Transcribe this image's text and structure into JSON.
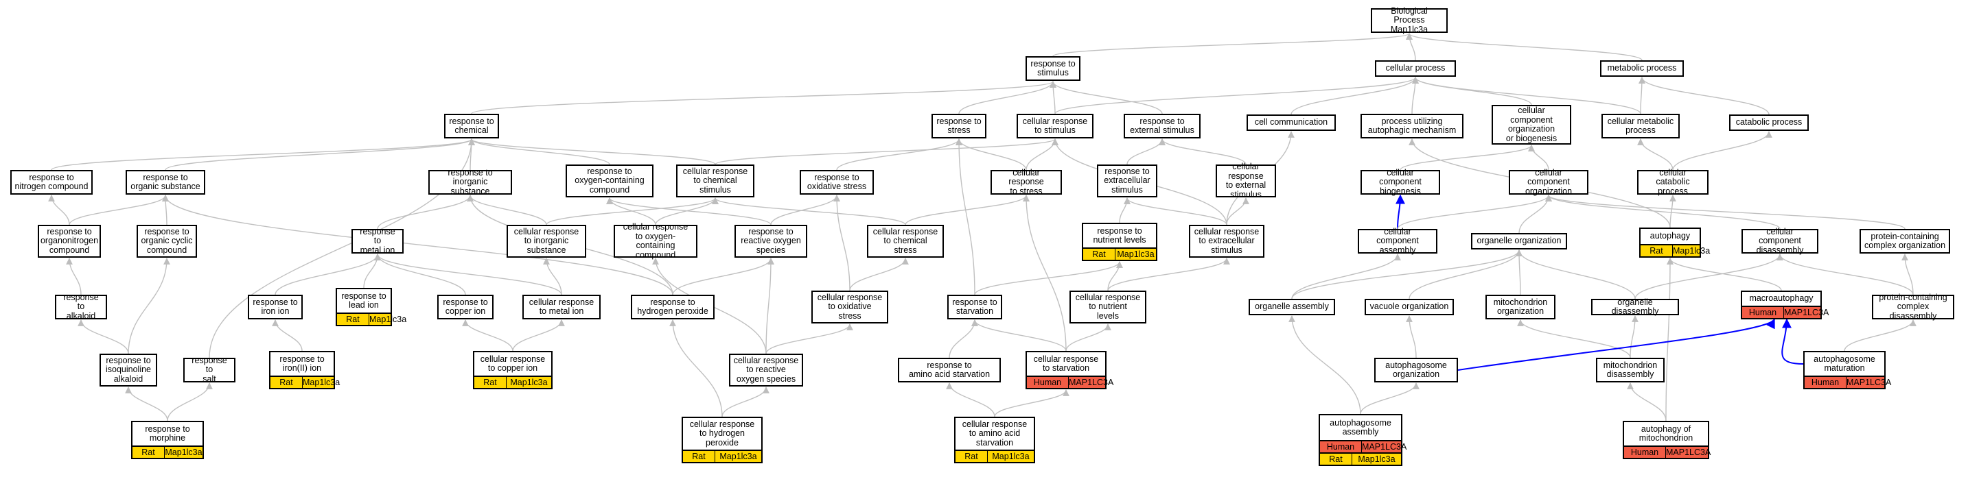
{
  "diagram": {
    "nodes": [
      {
        "id": "bp",
        "label": "Biological Process\nMap1lc3a"
      },
      {
        "id": "rs",
        "label": "response to\nstimulus"
      },
      {
        "id": "cp",
        "label": "cellular process"
      },
      {
        "id": "mp",
        "label": "metabolic process"
      },
      {
        "id": "rchem",
        "label": "response to\nchemical"
      },
      {
        "id": "rstress",
        "label": "response to\nstress"
      },
      {
        "id": "crstim",
        "label": "cellular response\nto stimulus"
      },
      {
        "id": "rext",
        "label": "response to\nexternal stimulus"
      },
      {
        "id": "cc",
        "label": "cell communication"
      },
      {
        "id": "pu",
        "label": "process utilizing\nautophagic mechanism"
      },
      {
        "id": "ccob",
        "label": "cellular component\norganization\nor biogenesis"
      },
      {
        "id": "cmp",
        "label": "cellular metabolic\nprocess"
      },
      {
        "id": "catp",
        "label": "catabolic process"
      },
      {
        "id": "rnc",
        "label": "response to\nnitrogen compound"
      },
      {
        "id": "ros",
        "label": "response to\norganic substance"
      },
      {
        "id": "ris",
        "label": "response to\ninorganic substance"
      },
      {
        "id": "roc",
        "label": "response to\noxygen-containing\ncompound"
      },
      {
        "id": "crcs",
        "label": "cellular response\nto chemical\nstimulus"
      },
      {
        "id": "rox",
        "label": "response to\noxidative stress"
      },
      {
        "id": "crst",
        "label": "cellular response\nto stress"
      },
      {
        "id": "rextra",
        "label": "response to\nextracellular\nstimulus"
      },
      {
        "id": "crext",
        "label": "cellular response\nto external\nstimulus"
      },
      {
        "id": "ccb",
        "label": "cellular component\nbiogenesis"
      },
      {
        "id": "cco",
        "label": "cellular component\norganization"
      },
      {
        "id": "ccp",
        "label": "cellular catabolic\nprocess"
      },
      {
        "id": "ronc",
        "label": "response to\norganonitrogen\ncompound"
      },
      {
        "id": "rocc",
        "label": "response to\norganic cyclic\ncompound"
      },
      {
        "id": "rmi",
        "label": "response to\nmetal ion"
      },
      {
        "id": "cris",
        "label": "cellular response\nto inorganic\nsubstance"
      },
      {
        "id": "croc",
        "label": "cellular response\nto oxygen-containing\ncompound"
      },
      {
        "id": "rros",
        "label": "response to\nreactive oxygen\nspecies"
      },
      {
        "id": "crcst",
        "label": "cellular response\nto chemical\nstress"
      },
      {
        "id": "rnl",
        "label": "response to\nnutrient levels"
      },
      {
        "id": "crextra",
        "label": "cellular response\nto extracellular\nstimulus"
      },
      {
        "id": "cca",
        "label": "cellular component\nassembly"
      },
      {
        "id": "oo",
        "label": "organelle organization"
      },
      {
        "id": "auto",
        "label": "autophagy"
      },
      {
        "id": "ccd",
        "label": "cellular component\ndisassembly"
      },
      {
        "id": "pco",
        "label": "protein-containing\ncomplex organization"
      },
      {
        "id": "ralk",
        "label": "response to\nalkaloid"
      },
      {
        "id": "rii",
        "label": "response to\niron ion"
      },
      {
        "id": "rli",
        "label": "response to\nlead ion"
      },
      {
        "id": "rci",
        "label": "response to\ncopper ion"
      },
      {
        "id": "crmi",
        "label": "cellular response\nto metal ion"
      },
      {
        "id": "rhp",
        "label": "response to\nhydrogen peroxide"
      },
      {
        "id": "crox",
        "label": "cellular response\nto oxidative\nstress"
      },
      {
        "id": "rstarv",
        "label": "response to\nstarvation"
      },
      {
        "id": "crnl",
        "label": "cellular response\nto nutrient\nlevels"
      },
      {
        "id": "oa",
        "label": "organelle assembly"
      },
      {
        "id": "vo",
        "label": "vacuole organization"
      },
      {
        "id": "mo",
        "label": "mitochondrion\norganization"
      },
      {
        "id": "od",
        "label": "organelle disassembly"
      },
      {
        "id": "macro",
        "label": "macroautophagy"
      },
      {
        "id": "pcd",
        "label": "protein-containing\ncomplex disassembly"
      },
      {
        "id": "risoq",
        "label": "response to\nisoquinoline\nalkaloid"
      },
      {
        "id": "rsalt",
        "label": "response to\nsalt"
      },
      {
        "id": "rfe2",
        "label": "response to\niron(II) ion"
      },
      {
        "id": "crcu",
        "label": "cellular response\nto copper ion"
      },
      {
        "id": "crros",
        "label": "cellular response\nto reactive\noxygen species"
      },
      {
        "id": "raas",
        "label": "response to\namino acid starvation"
      },
      {
        "id": "crstarv",
        "label": "cellular response\nto starvation"
      },
      {
        "id": "apo",
        "label": "autophagosome\norganization"
      },
      {
        "id": "mdis",
        "label": "mitochondrion\ndisassembly"
      },
      {
        "id": "apm",
        "label": "autophagosome\nmaturation"
      },
      {
        "id": "rmorph",
        "label": "response to\nmorphine"
      },
      {
        "id": "crhp",
        "label": "cellular response\nto hydrogen\nperoxide"
      },
      {
        "id": "craas",
        "label": "cellular response\nto amino acid\nstarvation"
      },
      {
        "id": "apa",
        "label": "autophagosome\nassembly"
      },
      {
        "id": "aom",
        "label": "autophagy of\nmitochondrion"
      }
    ],
    "annotations": [
      {
        "node": "rnl",
        "rows": [
          {
            "species": "Rat",
            "gene": "Map1lc3a",
            "color": "#ffd700"
          }
        ]
      },
      {
        "node": "auto",
        "rows": [
          {
            "species": "Rat",
            "gene": "Map1lc3a",
            "color": "#ffd700"
          }
        ]
      },
      {
        "node": "rli",
        "rows": [
          {
            "species": "Rat",
            "gene": "Map1lc3a",
            "color": "#ffd700"
          }
        ]
      },
      {
        "node": "macro",
        "rows": [
          {
            "species": "Human",
            "gene": "MAP1LC3A",
            "color": "#f25c45"
          }
        ]
      },
      {
        "node": "rfe2",
        "rows": [
          {
            "species": "Rat",
            "gene": "Map1lc3a",
            "color": "#ffd700"
          }
        ]
      },
      {
        "node": "crcu",
        "rows": [
          {
            "species": "Rat",
            "gene": "Map1lc3a",
            "color": "#ffd700"
          }
        ]
      },
      {
        "node": "crstarv",
        "rows": [
          {
            "species": "Human",
            "gene": "MAP1LC3A",
            "color": "#f25c45"
          }
        ]
      },
      {
        "node": "apm",
        "rows": [
          {
            "species": "Human",
            "gene": "MAP1LC3A",
            "color": "#f25c45"
          }
        ]
      },
      {
        "node": "rmorph",
        "rows": [
          {
            "species": "Rat",
            "gene": "Map1lc3a",
            "color": "#ffd700"
          }
        ]
      },
      {
        "node": "crhp",
        "rows": [
          {
            "species": "Rat",
            "gene": "Map1lc3a",
            "color": "#ffd700"
          }
        ]
      },
      {
        "node": "craas",
        "rows": [
          {
            "species": "Rat",
            "gene": "Map1lc3a",
            "color": "#ffd700"
          }
        ]
      },
      {
        "node": "apa",
        "rows": [
          {
            "species": "Human",
            "gene": "MAP1LC3A",
            "color": "#f25c45"
          },
          {
            "species": "Rat",
            "gene": "Map1lc3a",
            "color": "#ffd700"
          }
        ]
      },
      {
        "node": "aom",
        "rows": [
          {
            "species": "Human",
            "gene": "MAP1LC3A",
            "color": "#f25c45"
          }
        ]
      }
    ],
    "edges": [
      [
        "rs",
        "bp"
      ],
      [
        "cp",
        "bp"
      ],
      [
        "mp",
        "bp"
      ],
      [
        "rchem",
        "rs"
      ],
      [
        "rstress",
        "rs"
      ],
      [
        "crstim",
        "rs"
      ],
      [
        "rext",
        "rs"
      ],
      [
        "crstim",
        "cp"
      ],
      [
        "cc",
        "cp"
      ],
      [
        "pu",
        "cp"
      ],
      [
        "ccob",
        "cp"
      ],
      [
        "cmp",
        "cp"
      ],
      [
        "cmp",
        "mp"
      ],
      [
        "catp",
        "mp"
      ],
      [
        "rnc",
        "rchem"
      ],
      [
        "ros",
        "rchem"
      ],
      [
        "ris",
        "rchem"
      ],
      [
        "roc",
        "rchem"
      ],
      [
        "crcs",
        "rchem"
      ],
      [
        "rsalt",
        "rchem"
      ],
      [
        "rox",
        "rstress"
      ],
      [
        "crst",
        "rstress"
      ],
      [
        "rstarv",
        "rstress"
      ],
      [
        "crcs",
        "crstim"
      ],
      [
        "crst",
        "crstim"
      ],
      [
        "crextra",
        "crstim"
      ],
      [
        "rextra",
        "rext"
      ],
      [
        "crext",
        "rext"
      ],
      [
        "ccb",
        "ccob"
      ],
      [
        "cco",
        "ccob"
      ],
      [
        "ccp",
        "cmp"
      ],
      [
        "ccp",
        "catp"
      ],
      [
        "ronc",
        "rnc"
      ],
      [
        "ronc",
        "ros"
      ],
      [
        "rocc",
        "ros"
      ],
      [
        "rhp",
        "ros"
      ],
      [
        "rmi",
        "ris"
      ],
      [
        "cris",
        "ris"
      ],
      [
        "rhp",
        "ris"
      ],
      [
        "croc",
        "roc"
      ],
      [
        "rros",
        "roc"
      ],
      [
        "cris",
        "crcs"
      ],
      [
        "croc",
        "crcs"
      ],
      [
        "crcst",
        "crcs"
      ],
      [
        "rros",
        "rox"
      ],
      [
        "crox",
        "rox"
      ],
      [
        "crcst",
        "crst"
      ],
      [
        "crstarv",
        "crst"
      ],
      [
        "rnl",
        "rextra"
      ],
      [
        "crextra",
        "rextra"
      ],
      [
        "crextra",
        "crext"
      ],
      [
        "crextra",
        "cc"
      ],
      [
        "cca",
        "ccb"
      ],
      [
        "cca",
        "cco"
      ],
      [
        "oo",
        "cco"
      ],
      [
        "ccd",
        "cco"
      ],
      [
        "pco",
        "cco"
      ],
      [
        "auto",
        "ccp"
      ],
      [
        "auto",
        "pu"
      ],
      [
        "ralk",
        "ronc"
      ],
      [
        "risoq",
        "rocc"
      ],
      [
        "risoq",
        "ralk"
      ],
      [
        "rii",
        "rmi"
      ],
      [
        "rli",
        "rmi"
      ],
      [
        "rci",
        "rmi"
      ],
      [
        "crmi",
        "rmi"
      ],
      [
        "crmi",
        "cris"
      ],
      [
        "rhp",
        "rros"
      ],
      [
        "crox",
        "crcst"
      ],
      [
        "crros",
        "rros"
      ],
      [
        "crros",
        "croc"
      ],
      [
        "crros",
        "crox"
      ],
      [
        "rstarv",
        "rnl"
      ],
      [
        "crnl",
        "rnl"
      ],
      [
        "crnl",
        "crextra"
      ],
      [
        "oa",
        "cca"
      ],
      [
        "oa",
        "oo"
      ],
      [
        "vo",
        "oo"
      ],
      [
        "mo",
        "oo"
      ],
      [
        "od",
        "oo"
      ],
      [
        "od",
        "ccd"
      ],
      [
        "macro",
        "auto"
      ],
      [
        "pcd",
        "pco"
      ],
      [
        "pcd",
        "ccd"
      ],
      [
        "rmorph",
        "risoq"
      ],
      [
        "rmorph",
        "rsalt"
      ],
      [
        "rfe2",
        "rii"
      ],
      [
        "crcu",
        "rci"
      ],
      [
        "crcu",
        "crmi"
      ],
      [
        "crhp",
        "rhp"
      ],
      [
        "crhp",
        "crros"
      ],
      [
        "raas",
        "rstarv"
      ],
      [
        "crstarv",
        "rstarv"
      ],
      [
        "crstarv",
        "crnl"
      ],
      [
        "apo",
        "vo"
      ],
      [
        "mdis",
        "mo"
      ],
      [
        "mdis",
        "od"
      ],
      [
        "craas",
        "raas"
      ],
      [
        "craas",
        "crstarv"
      ],
      [
        "apa",
        "oa"
      ],
      [
        "apa",
        "apo"
      ],
      [
        "aom",
        "mdis"
      ],
      [
        "aom",
        "auto"
      ],
      [
        "apm",
        "pcd"
      ],
      [
        "apo",
        "macro"
      ],
      [
        "apm",
        "macro"
      ]
    ]
  }
}
